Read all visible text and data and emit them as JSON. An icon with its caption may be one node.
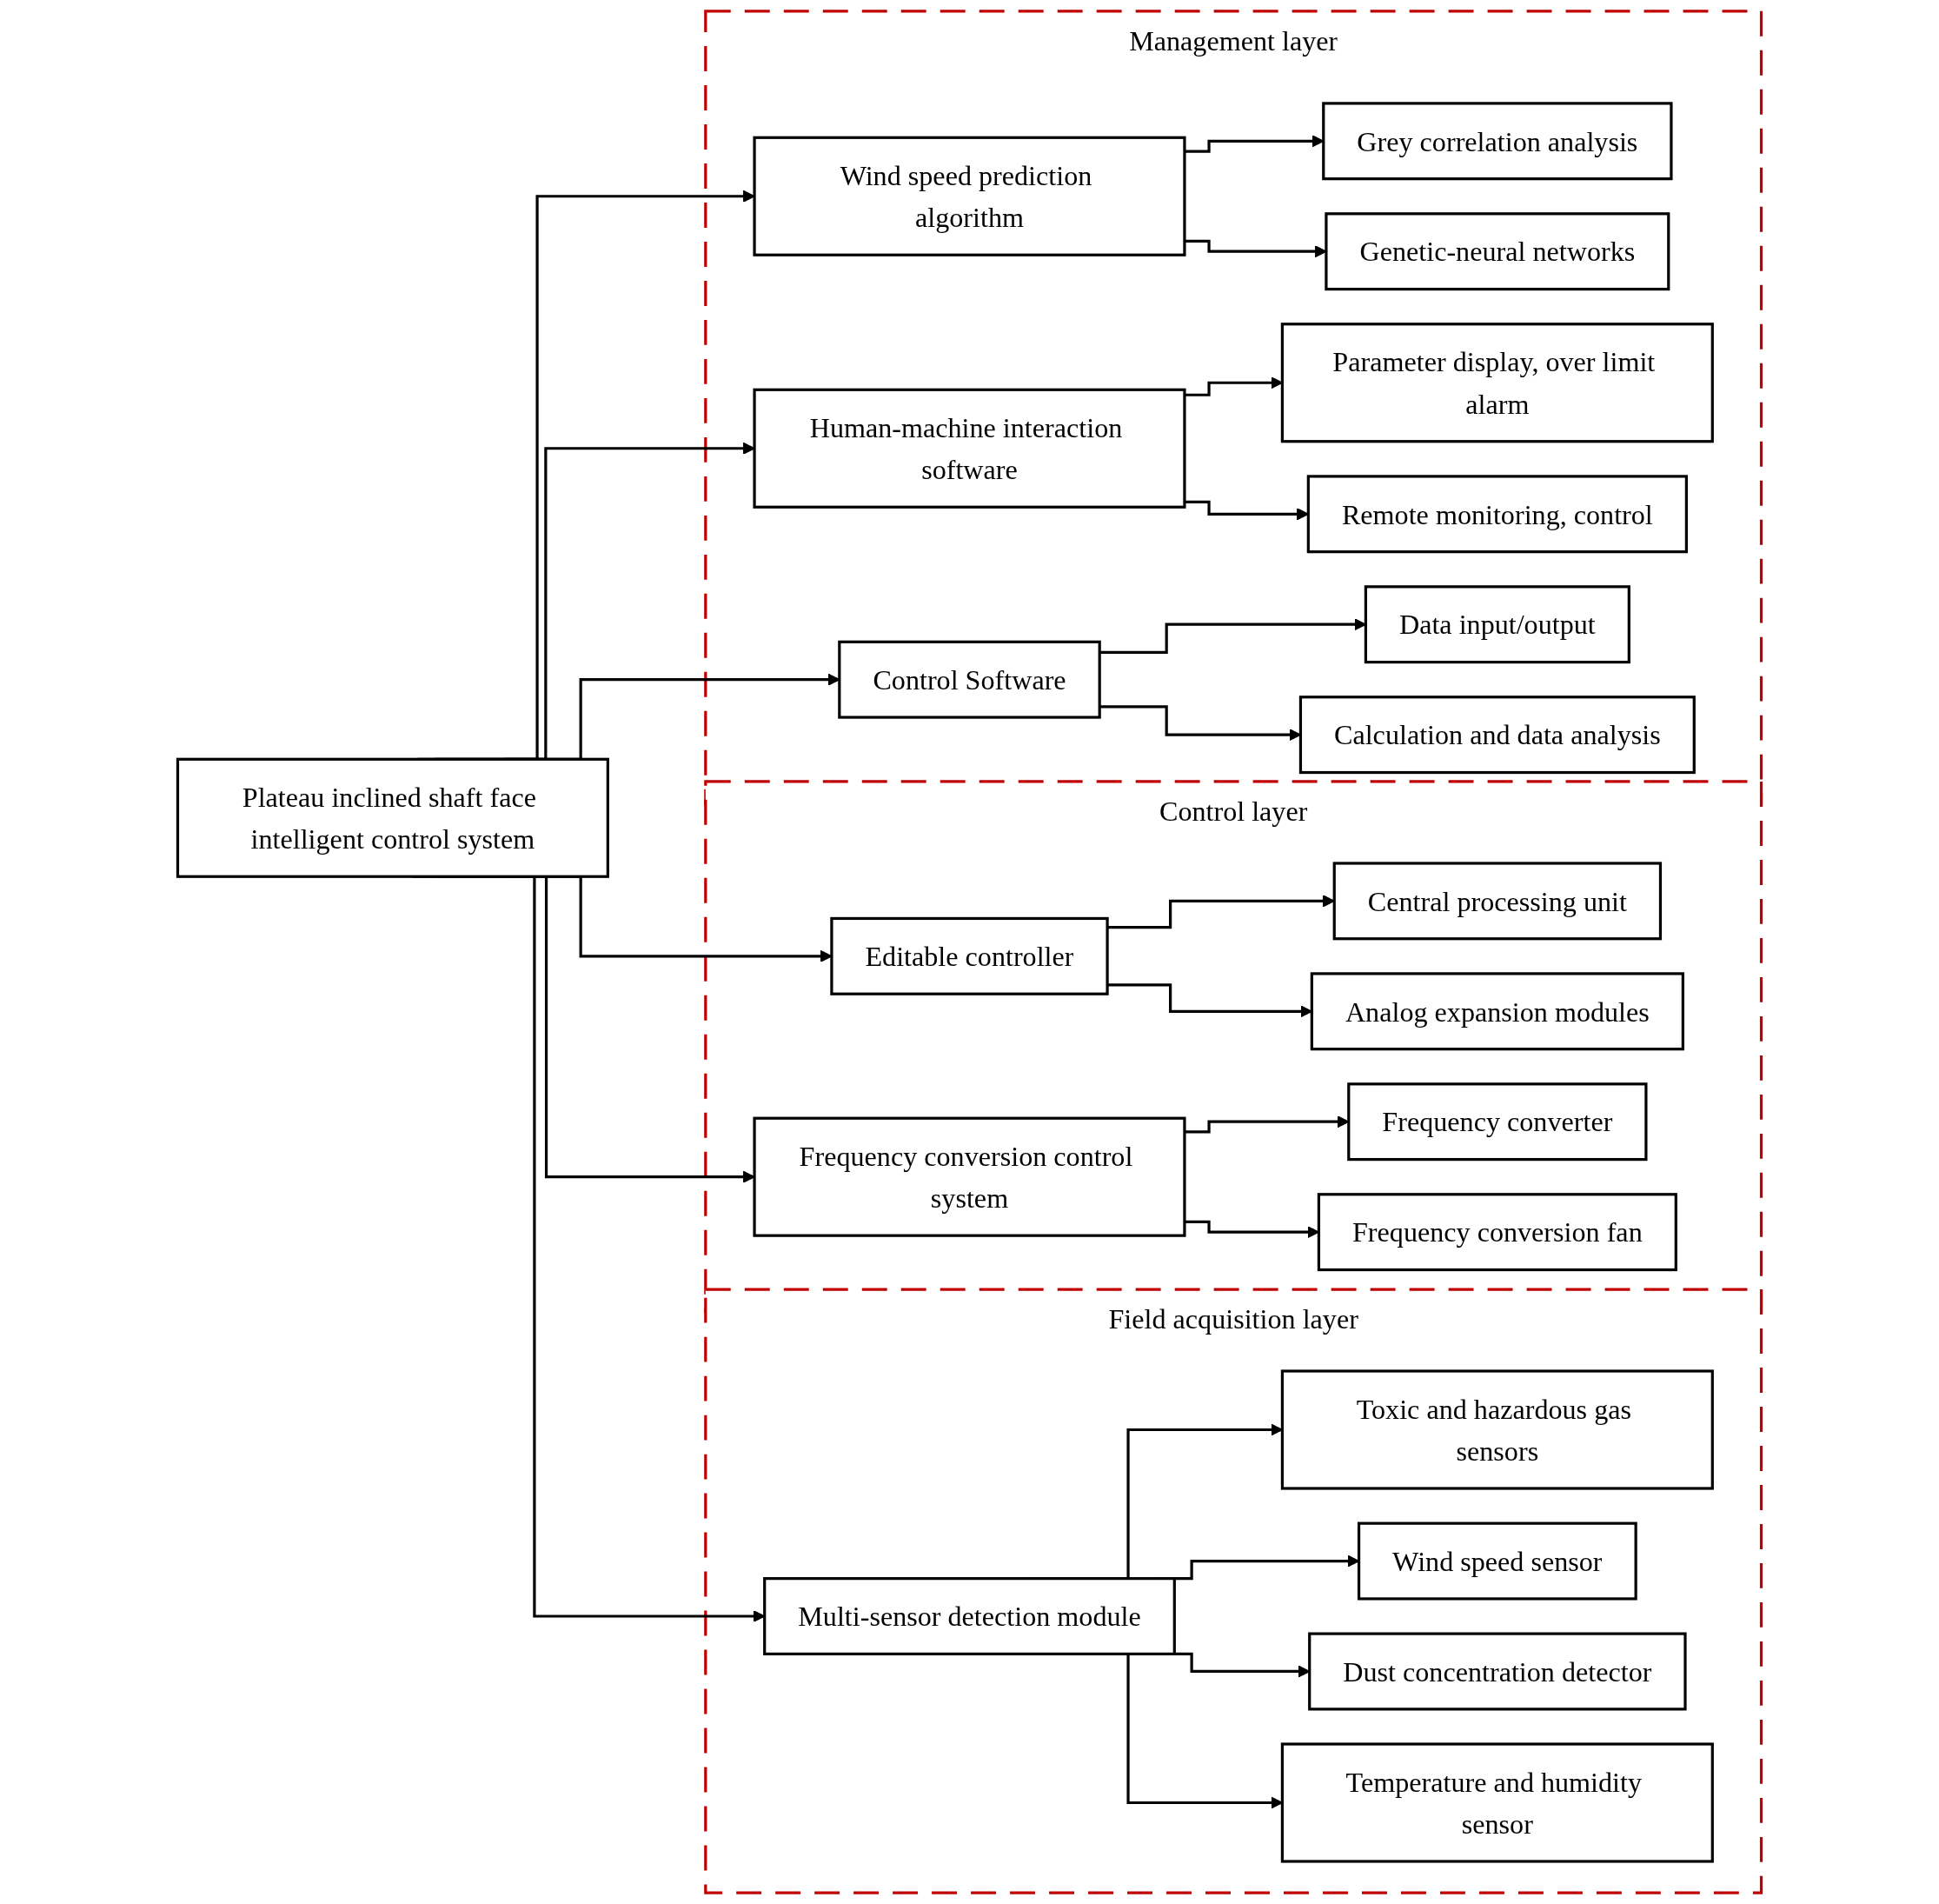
{
  "diagram": {
    "nodes": [
      {
        "text": [
          "Plateau inclined shaft face intelligent control system"
        ]
      },
      {
        "text": [
          "Management layer"
        ]
      },
      {
        "text": [
          "Wind speed prediction algorithm"
        ],
        "in": 1
      },
      {
        "text": [
          "Grey correlation analysis"
        ],
        "in": 1
      },
      {
        "text": [
          "Genetic-neural networks"
        ],
        "in": 1
      },
      {
        "text": [
          "Human-machine interaction software"
        ],
        "in": 1
      },
      {
        "text": [
          "Parameter display, over limit alarm"
        ],
        "in": 1
      },
      {
        "text": [
          "Remote monitoring, control"
        ],
        "in": 1
      },
      {
        "text": [
          "Control Software"
        ],
        "in": 1
      },
      {
        "text": [
          "Data input/output"
        ],
        "in": 1
      },
      {
        "text": [
          "Calculation and data analysis"
        ],
        "in": 1
      },
      {
        "text": [
          "Control layer"
        ]
      },
      {
        "text": [
          "Editable controller"
        ],
        "in": 11
      },
      {
        "text": [
          "Central processing unit"
        ],
        "in": 11
      },
      {
        "text": [
          "Analog expansion modules"
        ],
        "in": 11
      },
      {
        "text": [
          "Frequency conversion control system"
        ],
        "in": 11
      },
      {
        "text": [
          "Frequency converter"
        ],
        "in": 11
      },
      {
        "text": [
          "Frequency conversion fan"
        ],
        "in": 11
      },
      {
        "text": [
          "Field acquisition layer"
        ]
      },
      {
        "text": [
          "Multi-sensor detection module"
        ],
        "in": 18
      },
      {
        "text": [
          "Toxic and hazardous gas sensors"
        ],
        "in": 18
      },
      {
        "text": [
          "Wind speed sensor"
        ],
        "in": 18
      },
      {
        "text": [
          "Dust concentration detector"
        ],
        "in": 18
      },
      {
        "text": [
          "Temperature and humidity sensor"
        ],
        "in": 18
      }
    ],
    "edges": [
      {
        "from": 0,
        "to": 2,
        "arrow": "to"
      },
      {
        "from": 0,
        "to": 5,
        "arrow": "to"
      },
      {
        "from": 0,
        "to": 8,
        "arrow": "to"
      },
      {
        "from": 0,
        "to": 12,
        "arrow": "to"
      },
      {
        "from": 0,
        "to": 15,
        "arrow": "to"
      },
      {
        "from": 0,
        "to": 19,
        "arrow": "to"
      },
      {
        "from": 2,
        "to": 3,
        "arrow": "to"
      },
      {
        "from": 2,
        "to": 4,
        "arrow": "to"
      },
      {
        "from": 5,
        "to": 6,
        "arrow": "to"
      },
      {
        "from": 5,
        "to": 7,
        "arrow": "to"
      },
      {
        "from": 8,
        "to": 9,
        "arrow": "to"
      },
      {
        "from": 8,
        "to": 10,
        "arrow": "to"
      },
      {
        "from": 12,
        "to": 13,
        "arrow": "to"
      },
      {
        "from": 12,
        "to": 14,
        "arrow": "to"
      },
      {
        "from": 15,
        "to": 16,
        "arrow": "to"
      },
      {
        "from": 15,
        "to": 17,
        "arrow": "to"
      },
      {
        "from": 19,
        "to": 20,
        "arrow": "to"
      },
      {
        "from": 19,
        "to": 21,
        "arrow": "to"
      },
      {
        "from": 19,
        "to": 22,
        "arrow": "to"
      },
      {
        "from": 19,
        "to": 23,
        "arrow": "to"
      }
    ]
  }
}
